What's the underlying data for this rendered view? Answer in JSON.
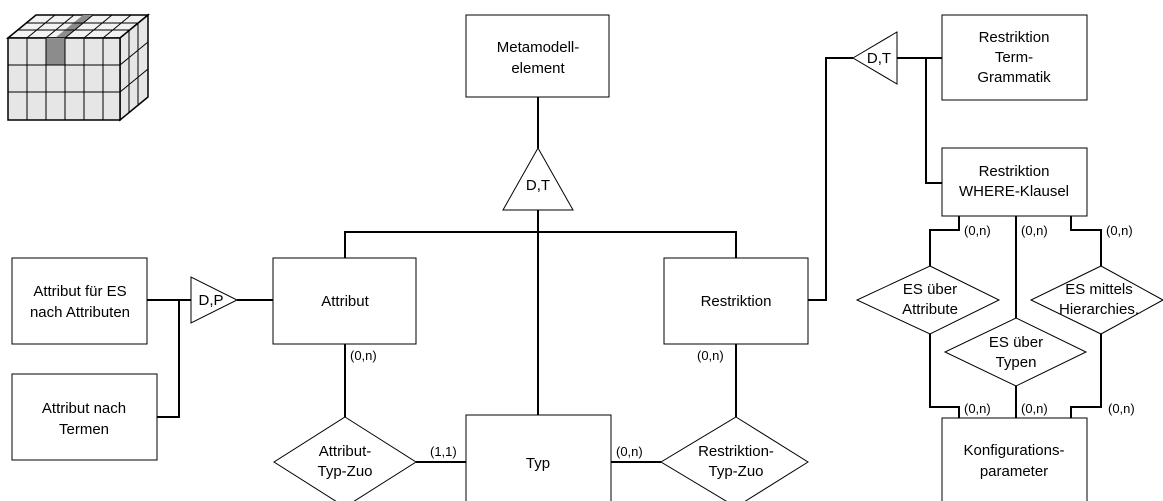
{
  "entities": {
    "metamodell": [
      "Metamodell-",
      "element"
    ],
    "attribut": [
      "Attribut"
    ],
    "restriktion": [
      "Restriktion"
    ],
    "typ": [
      "Typ"
    ],
    "attr_es": [
      "Attribut für ES",
      "nach Attributen"
    ],
    "attr_termen": [
      "Attribut nach",
      "Termen"
    ],
    "restr_term": [
      "Restriktion",
      "Term-",
      "Grammatik"
    ],
    "restr_where": [
      "Restriktion",
      "WHERE-Klausel"
    ],
    "konfig": [
      "Konfigurations-",
      "parameter"
    ]
  },
  "relationships": {
    "attr_typ": [
      "Attribut-",
      "Typ-Zuo"
    ],
    "restr_typ": [
      "Restriktion-",
      "Typ-Zuo"
    ],
    "es_attr": [
      "ES über",
      "Attribute"
    ],
    "es_typen": [
      "ES über",
      "Typen"
    ],
    "es_hier": [
      "ES mittels",
      "Hierarchies."
    ]
  },
  "generalizations": {
    "meta": "D,T",
    "attr": "D,P",
    "restr": "D,T"
  },
  "cardinalities": {
    "attr_bottom": "(0,n)",
    "restr_bottom": "(0,n)",
    "typ_left": "(1,1)",
    "typ_right": "(0,n)",
    "where_1": "(0,n)",
    "where_2": "(0,n)",
    "where_3": "(0,n)",
    "konfig_1": "(0,n)",
    "konfig_2": "(0,n)",
    "konfig_3": "(0,n)"
  },
  "colors": {
    "cube_highlight": "#8c8c8c",
    "cube_face": "#e6e6e6",
    "cube_top": "#f2f2f2"
  }
}
